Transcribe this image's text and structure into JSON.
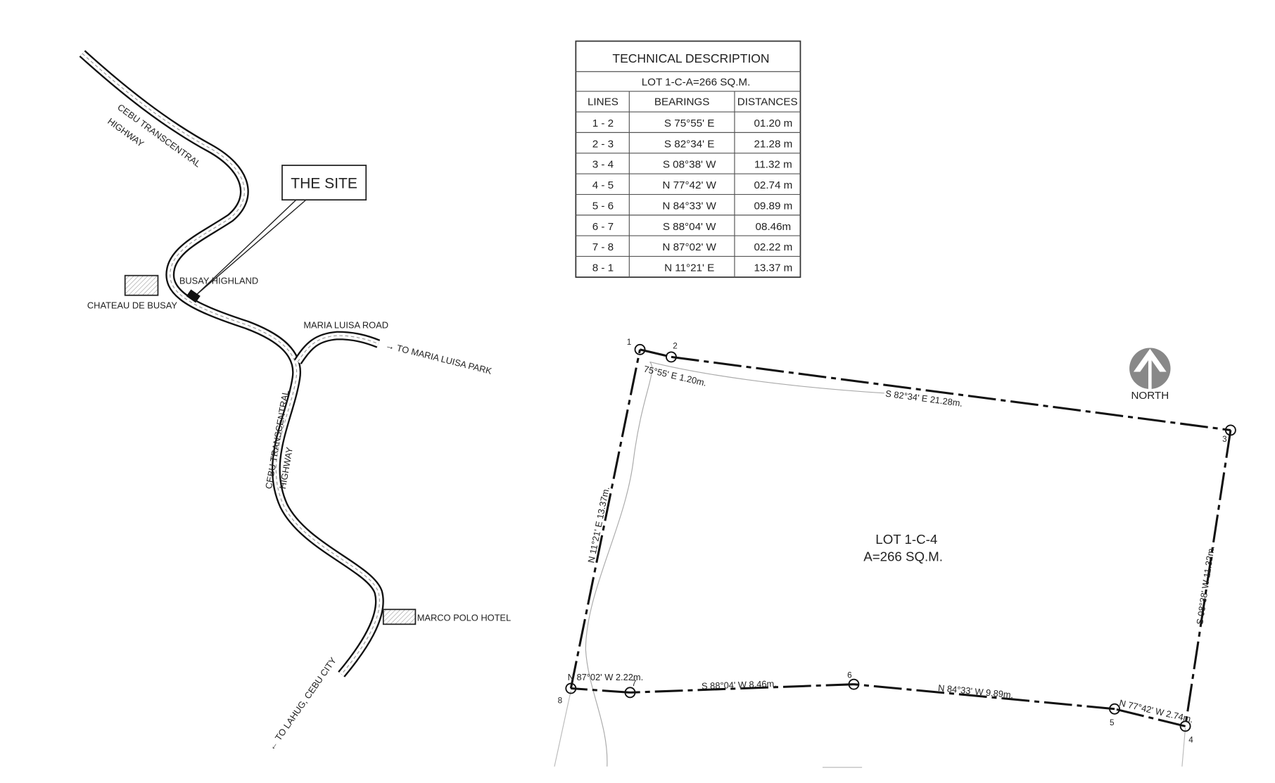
{
  "vicinity_map": {
    "callout": "THE SITE",
    "road_labels": {
      "highway_north_1": "CEBU TRANSCENTRAL",
      "highway_north_2": "HIGHWAY",
      "highway_mid_1": "CEBU TRANSCENTRAL",
      "highway_mid_2": "HIGHWAY",
      "maria_luisa_road": "MARIA LUISA ROAD",
      "to_maria_luisa_park": "TO MARIA LUISA PARK",
      "to_lahug": "TO LAHUG, CEBU CITY"
    },
    "landmarks": {
      "busay_highland": "BUSAY HIGHLAND",
      "chateau": "CHATEAU DE BUSAY",
      "marco_polo": "MARCO POLO HOTEL"
    }
  },
  "technical_description": {
    "title": "TECHNICAL DESCRIPTION",
    "subtitle": "LOT 1-C-A=266 SQ.M.",
    "headers": [
      "LINES",
      "BEARINGS",
      "DISTANCES"
    ],
    "rows": [
      [
        "1 - 2",
        "S 75°55' E",
        "01.20 m"
      ],
      [
        "2 - 3",
        "S 82°34' E",
        "21.28 m"
      ],
      [
        "3 - 4",
        "S 08°38' W",
        "11.32 m"
      ],
      [
        "4 - 5",
        "N 77°42' W",
        "02.74 m"
      ],
      [
        "5 - 6",
        "N 84°33' W",
        "09.89 m"
      ],
      [
        "6 - 7",
        "S 88°04' W",
        "08.46m"
      ],
      [
        "7 - 8",
        "N 87°02' W",
        "02.22 m"
      ],
      [
        "8 - 1",
        "N 11°21' E",
        "13.37 m"
      ]
    ]
  },
  "lot_plan": {
    "lot_name": "LOT 1-C-4",
    "lot_area": "A=266 SQ.M.",
    "north_label": "NORTH",
    "corner_labels": [
      "1",
      "2",
      "3",
      "4",
      "5",
      "6",
      "7",
      "8"
    ],
    "line_labels": {
      "l12": "75°55' E 1.20m.",
      "l23": "S 82°34' E 21.28m.",
      "l34": "S 08°38' W 11.32m.",
      "l45": "N 77°42' W 2.74m.",
      "l56": "N 84°33' W 9.89m.",
      "l67": "S 88°04' W 8.46m.",
      "l78": "N 87°02' W 2.22m.",
      "l81": "N 11°21' E 13.37m."
    }
  }
}
